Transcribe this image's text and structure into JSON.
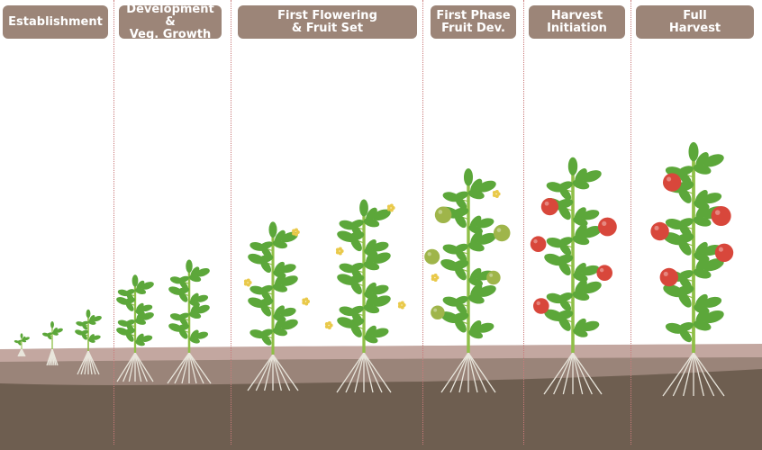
{
  "stages": [
    {
      "id": "establishment",
      "label": "Establishment"
    },
    {
      "id": "development",
      "label": "Development &\nVeg. Growth"
    },
    {
      "id": "flowering",
      "label": "First Flowering\n& Fruit Set"
    },
    {
      "id": "fruit-dev",
      "label": "First Phase\nFruit Dev."
    },
    {
      "id": "harvest-init",
      "label": "Harvest\nInitiation"
    },
    {
      "id": "full-harvest",
      "label": "Full\nHarvest"
    }
  ],
  "colors": {
    "label_bg": "#9c8578",
    "divider": "#c97a7a",
    "soil_top": "#c3a7a0",
    "soil_mid": "#9a8479",
    "soil_deep": "#6e5e50",
    "stem": "#8fbf47",
    "leaf": "#5ca73a",
    "flower": "#e9c94a",
    "fruit_green": "#9fb54a",
    "fruit_red": "#d8473b",
    "root": "#e9e6dc"
  }
}
